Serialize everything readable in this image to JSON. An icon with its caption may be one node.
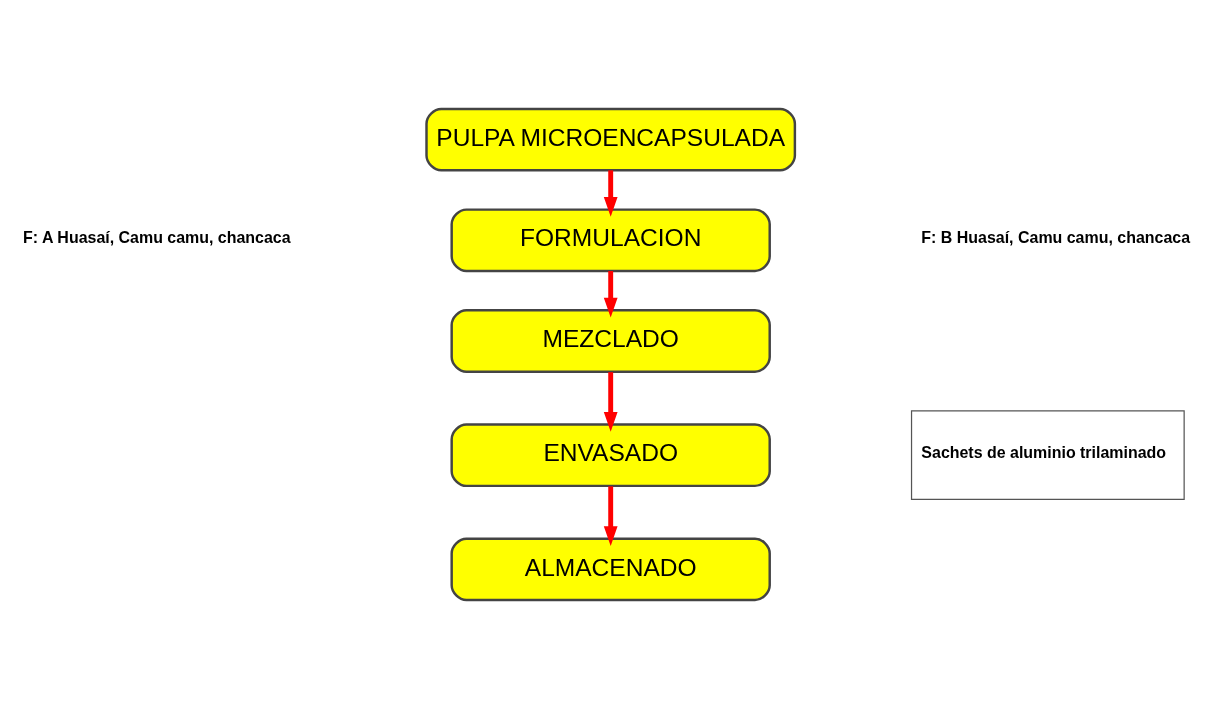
{
  "diagram": {
    "nodes": [
      {
        "text": [
          "PULPA MICROENCAPSULADA"
        ]
      },
      {
        "text": [
          "FORMULACION"
        ]
      },
      {
        "text": [
          "MEZCLADO"
        ]
      },
      {
        "text": [
          "ENVASADO"
        ]
      },
      {
        "text": [
          "ALMACENADO"
        ]
      },
      {
        "text": [
          "Sachets de aluminio trilaminado"
        ]
      }
    ],
    "edges": [
      {
        "from": 0,
        "to": 1,
        "arrow": "to"
      },
      {
        "from": 1,
        "to": 2,
        "arrow": "to"
      },
      {
        "from": 2,
        "to": 3,
        "arrow": "to"
      },
      {
        "from": 3,
        "to": 4,
        "arrow": "to"
      }
    ],
    "labels": [
      "F: A Huasaí, Camu camu, chancaca",
      "F: B Huasaí, Camu camu, chancaca"
    ]
  }
}
